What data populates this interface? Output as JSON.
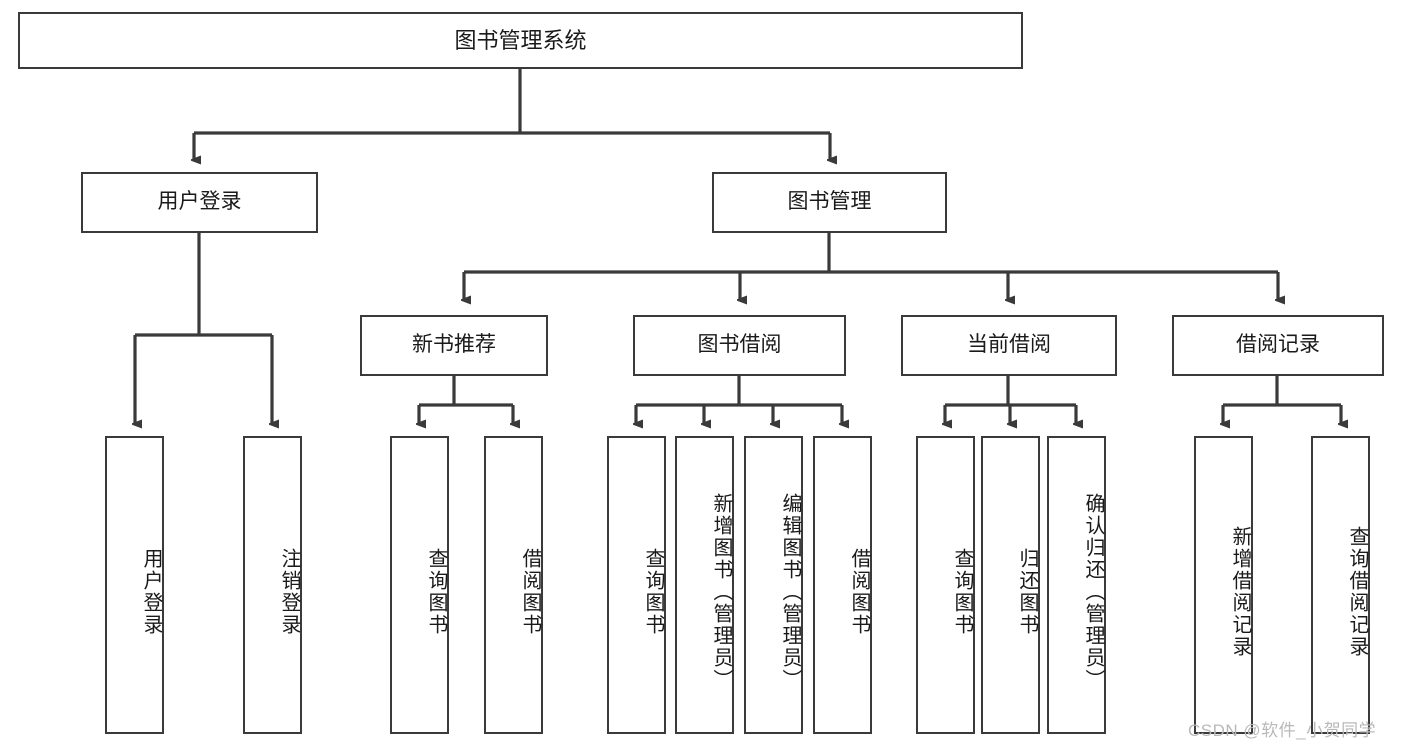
{
  "diagram": {
    "type": "tree",
    "title_node": {
      "label": "图书管理系统"
    },
    "level2": [
      {
        "id": "user-login",
        "label": "用户登录"
      },
      {
        "id": "book-manage",
        "label": "图书管理"
      }
    ],
    "level3": [
      {
        "id": "new-book-recommend",
        "label": "新书推荐"
      },
      {
        "id": "book-borrow",
        "label": "图书借阅"
      },
      {
        "id": "current-borrow",
        "label": "当前借阅"
      },
      {
        "id": "borrow-record",
        "label": "借阅记录"
      }
    ],
    "leaves": [
      {
        "id": "leaf-user-login",
        "parent": "user-login",
        "label": "用户登录"
      },
      {
        "id": "leaf-user-logout",
        "parent": "user-login",
        "label": "注销登录"
      },
      {
        "id": "leaf-query-book-1",
        "parent": "new-book-recommend",
        "label": "查询图书"
      },
      {
        "id": "leaf-borrow-book-1",
        "parent": "new-book-recommend",
        "label": "借阅图书"
      },
      {
        "id": "leaf-query-book-2",
        "parent": "book-borrow",
        "label": "查询图书"
      },
      {
        "id": "leaf-add-book",
        "parent": "book-borrow",
        "label": "新增图书（管理员）"
      },
      {
        "id": "leaf-edit-book",
        "parent": "book-borrow",
        "label": "编辑图书（管理员）"
      },
      {
        "id": "leaf-borrow-book-2",
        "parent": "book-borrow",
        "label": "借阅图书"
      },
      {
        "id": "leaf-query-book-3",
        "parent": "current-borrow",
        "label": "查询图书"
      },
      {
        "id": "leaf-return-book",
        "parent": "current-borrow",
        "label": "归还图书"
      },
      {
        "id": "leaf-confirm-return",
        "parent": "current-borrow",
        "label": "确认归还（管理员）"
      },
      {
        "id": "leaf-add-record",
        "parent": "borrow-record",
        "label": "新增借阅记录"
      },
      {
        "id": "leaf-query-record",
        "parent": "borrow-record",
        "label": "查询借阅记录"
      }
    ]
  },
  "watermark": {
    "text": "CSDN @软件_小贺同学"
  },
  "colors": {
    "stroke": "#3a3a3a",
    "text": "#1a1a1a",
    "background": "#ffffff",
    "watermark": "#b9b9b9"
  }
}
